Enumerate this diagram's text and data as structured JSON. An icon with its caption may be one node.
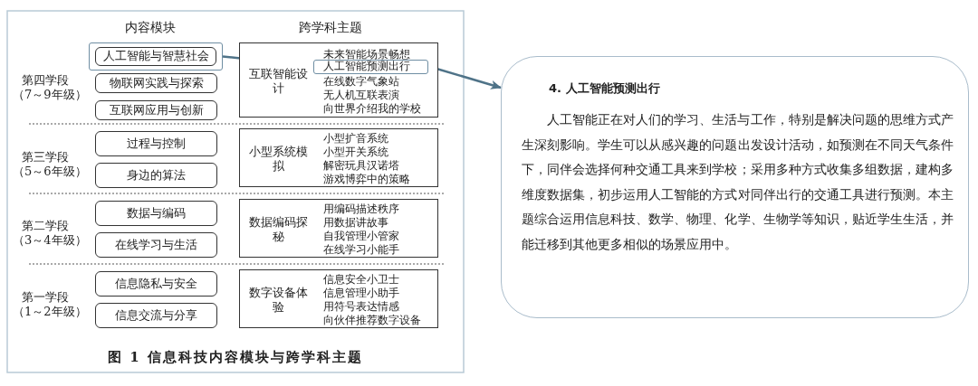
{
  "diagram": {
    "caption": "图 1  信息科技内容模块与跨学科主题",
    "nodes": [
      {
        "text": [
          "人工智能与智慧社会"
        ]
      },
      {
        "text": [
          "物联网实践与探索"
        ]
      },
      {
        "text": [
          "互联网应用与创新"
        ]
      },
      {
        "text": [
          "过程与控制"
        ]
      },
      {
        "text": [
          "身边的算法"
        ]
      },
      {
        "text": [
          "数据与编码"
        ]
      },
      {
        "text": [
          "在线学习与生活"
        ]
      },
      {
        "text": [
          "信息隐私与安全"
        ]
      },
      {
        "text": [
          "信息交流与分享"
        ]
      },
      {
        "text": [
          "互联智能设计",
          "未来智能场景畅想",
          "在线数字气象站",
          "无人机互联表演",
          "向世界介绍我的学校"
        ]
      },
      {
        "text": [
          "人工智能预测出行"
        ],
        "in": 9
      },
      {
        "text": [
          "小型系统模拟",
          "小型扩音系统",
          "小型开关系统",
          "解密玩具汉诺塔",
          "游戏博弈中的策略"
        ]
      },
      {
        "text": [
          "数据编码探秘",
          "用编码描述秩序",
          "用数据讲故事",
          "自我管理小管家",
          "在线学习小能手"
        ]
      },
      {
        "text": [
          "数字设备体验",
          "信息安全小卫士",
          "信息管理小助手",
          "用符号表达情感",
          "向伙伴推荐数字设备"
        ]
      },
      {
        "text": [
          "4. 人工智能预测出行",
          "人工智能正在对人们的学习、生活与工作，特别是解决问题的思维方式产生深刻影响。学生可以从感兴趣的问题出发设计活动，如预测在不同天气条件下，同伴会选择何种交通工具来到学校；采用多种方式收集多组数据，建构多维度数据集，初步运用人工智能的方式对同伴出行的交通工具进行预测。本主题综合运用信息科技、数学、物理、化学、生物学等知识，贴近学生生活，并能迁移到其他更多相似的场景应用中。"
        ]
      }
    ],
    "edges": [
      {
        "from": 0,
        "to": 10,
        "arrow": "to"
      },
      {
        "from": 10,
        "to": 14,
        "arrow": "to"
      }
    ],
    "labels": [
      "内容模块",
      "跨学科主题",
      "第四学段",
      "（7～9年级）",
      "第三学段",
      "（5～6年级）",
      "第二学段",
      "（3～4年级）",
      "第一学段",
      "（1～2年级）"
    ]
  }
}
